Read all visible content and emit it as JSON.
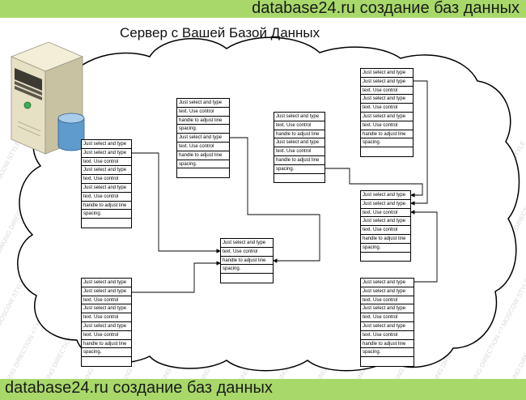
{
  "header": {
    "banner_top": "database24.ru создание баз данных"
  },
  "footer": {
    "banner_bottom": "database24.ru создание баз данных"
  },
  "diagram": {
    "title": "Сервер с Вашей Базой Данных"
  },
  "watermark": {
    "text": "BDMAKING DIRECTION <? MOSCOW STYLE ?> <? BDMAKING DIRECTION ?> MOSCOW STYLE"
  },
  "tables": [
    {
      "id": "t1",
      "rows": [
        "Just select and type",
        "Just select and type",
        "text. Use control",
        "Just select and type",
        "text. Use control",
        "Just select and type",
        "text. Use control",
        "handle to adjust line",
        "spacing.",
        ""
      ]
    },
    {
      "id": "t2",
      "rows": [
        "Just select and type",
        "text. Use control",
        "handle to adjust line",
        "spacing.",
        "Just select and type",
        "text. Use control",
        "handle to adjust line",
        "spacing.",
        ""
      ]
    },
    {
      "id": "t3",
      "rows": [
        "Just select and type",
        "text. Use control",
        "handle to adjust line",
        "Just select and type",
        "text. Use control",
        "handle to adjust line",
        "spacing.",
        ""
      ]
    },
    {
      "id": "t4",
      "rows": [
        "Just select and type",
        "Just select and type",
        "text. Use control",
        "Just select and type",
        "text. Use control",
        "Just select and type",
        "text. Use control",
        "handle to adjust line",
        "spacing.",
        ""
      ]
    },
    {
      "id": "t5",
      "rows": [
        "Just select and type",
        "text. Use control",
        "handle to adjust line",
        "spacing.",
        ""
      ]
    },
    {
      "id": "t6",
      "rows": [
        "Just select and type",
        "Just select and type",
        "text. Use control",
        "Just select and type",
        "text. Use control",
        "handle to adjust line",
        "spacing.",
        ""
      ]
    },
    {
      "id": "t7",
      "rows": [
        "Just select and type",
        "Just select and type",
        "text. Use control",
        "Just select and type",
        "text. Use control",
        "Just select and type",
        "text. Use control",
        "handle to adjust line",
        "spacing.",
        ""
      ]
    },
    {
      "id": "t8",
      "rows": [
        "Just select and type",
        "Just select and type",
        "text. Use control",
        "Just select and type",
        "text. Use control",
        "Just select and type",
        "text. Use control",
        "handle to adjust line",
        "spacing.",
        ""
      ]
    }
  ],
  "colors": {
    "banner": "#a8d86a",
    "cloud_fill": "#ffffff",
    "line": "#000000"
  },
  "icons": [
    "server-tower-icon",
    "database-cylinder-icon"
  ]
}
